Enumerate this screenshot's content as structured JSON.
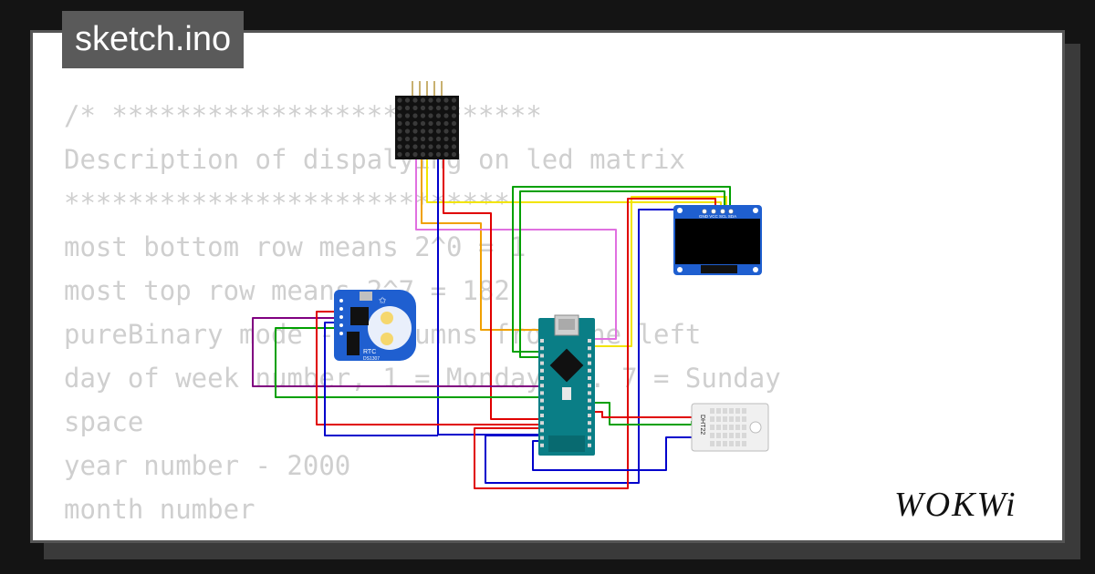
{
  "filename": "sketch.ino",
  "logo_text": "WOKWI",
  "code_lines": [
    "/* ***************************",
    "Description of dispalying on led matrix",
    "****************************",
    "most bottom row means 2^0 = 1",
    "most top row means 2^7 = 182",
    "",
    "pureBinary mode - collumns from the left",
    "day of week number, 1 = Monday ... 7 = Sunday",
    "space",
    "year number - 2000",
    "month number"
  ],
  "components": {
    "rtc_label": "RTC",
    "rtc_chip": "DS1307",
    "oled_pins": "GND VCC SCL SDA",
    "dht_label": "DHT22"
  },
  "colors": {
    "red": "#e00000",
    "blue": "#0000cc",
    "green": "#00a000",
    "yellow": "#f2e400",
    "orange": "#f0a000",
    "pink": "#e070e0",
    "purple": "#800080",
    "board": "#0a7e86",
    "rtc_board": "#1f5fd0"
  }
}
